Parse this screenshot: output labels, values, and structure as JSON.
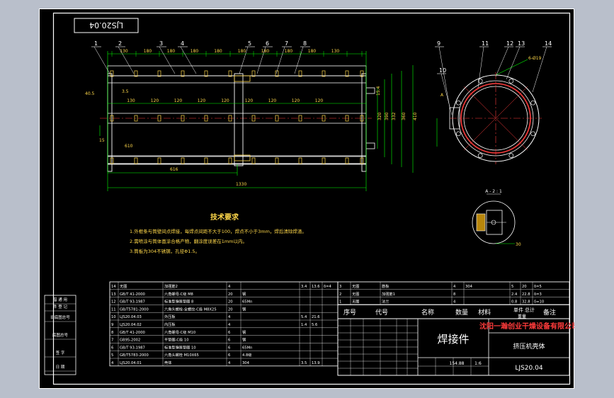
{
  "drawing_number_box": "LJS20.04",
  "balloons_left": [
    "1",
    "2",
    "3",
    "4",
    "5",
    "6",
    "7",
    "8"
  ],
  "balloons_right": [
    "9",
    "10",
    "11",
    "12",
    "13",
    "14"
  ],
  "dims_top": [
    "130",
    "180",
    "180",
    "180",
    "180",
    "180",
    "180",
    "180",
    "180",
    "130"
  ],
  "dims_mid": [
    "130",
    "120",
    "120",
    "120",
    "120",
    "120",
    "120",
    "120",
    "120"
  ],
  "dims_left": [
    "40.5",
    "3.5",
    "15",
    "610"
  ],
  "dims_bottom": [
    "616",
    "1330"
  ],
  "dims_right": [
    "320",
    "390",
    "332",
    "360",
    "410",
    "15.4"
  ],
  "circle_note": "6-Ø19",
  "section_label": "A",
  "section_scale": "A - 2 : 1",
  "section_dim": "30",
  "tech_title": "技术要求",
  "tech_notes": [
    "1.外框条与筒壁间点焊接，每焊点间距不大于100，焊点不小于3mm，焊后清除焊渣。",
    "2.需喷涂与筒体面涂合格产物，翻涂度误差在1mm以内。",
    "3.筒板为304不锈钢，孔径Φ1.5。"
  ],
  "bom_left": [
    [
      "14",
      "无图",
      "加强筋2",
      "4",
      "",
      "3.4",
      "13.6",
      "δ=4"
    ],
    [
      "13",
      "GB/T 41-2000",
      "六角螺母-C级 M8",
      "20",
      "钢",
      "",
      "",
      ""
    ],
    [
      "12",
      "GB/T 93-1987",
      "标准型弹簧垫圈 8",
      "20",
      "65Mn",
      "",
      "",
      ""
    ],
    [
      "11",
      "GB/T5781-2000",
      "六角头螺栓-全螺纹-C级 M8X25",
      "20",
      "钢",
      "",
      "",
      ""
    ],
    [
      "10",
      "LJS20.04.03",
      "外压板",
      "4",
      "",
      "5.4",
      "21.6",
      ""
    ],
    [
      "9",
      "LJS20.04.02",
      "内压板",
      "4",
      "",
      "1.4",
      "5.6",
      ""
    ],
    [
      "8",
      "GB/T 41-2000",
      "六角螺母-C级 M10",
      "6",
      "钢",
      "",
      "",
      ""
    ],
    [
      "7",
      "GB95-2002",
      "平垫圈-C级 10",
      "6",
      "钢",
      "",
      "",
      ""
    ],
    [
      "6",
      "GB/T 93-1987",
      "标准型弹簧垫圈 10",
      "6",
      "65Mn",
      "",
      "",
      ""
    ],
    [
      "5",
      "GB/T5783-2000",
      "六角头螺栓 M10X65",
      "6",
      "4.8级",
      "",
      "",
      ""
    ],
    [
      "4",
      "LJS20.04.01",
      "壳体",
      "4",
      "304",
      "3.5",
      "13.9",
      ""
    ]
  ],
  "bom_right": [
    [
      "3",
      "无图",
      "筋板",
      "4",
      "304",
      "5",
      "20",
      "δ=5"
    ],
    [
      "2",
      "无图",
      "加强筋1",
      "8",
      "",
      "2.4",
      "22.8",
      "δ=3"
    ],
    [
      "1",
      "无图",
      "法兰",
      "4",
      "",
      "0.8",
      "32.8",
      "δ=10"
    ]
  ],
  "bom_header": {
    "no": "序号",
    "code": "代号",
    "name": "名称",
    "qty": "数量",
    "material": "材料",
    "unit_weight": "单件",
    "total": "总计",
    "weight": "重量",
    "remark": "备注"
  },
  "title_block": {
    "part_name": "焊接件",
    "company": "沈阳一瀚创业干燥设备有限公司",
    "assembly": "挤压机壳体",
    "drawing_no": "LJS20.04",
    "weight": "154.88",
    "scale": "1:6"
  },
  "side_labels": [
    "借 通 用",
    "件 登 记",
    "旧底图总号",
    "底图总号",
    "签  字",
    "日  期"
  ],
  "colors": {
    "background": "#b9bfcb",
    "sheet": "#000000",
    "frame": "#ffffff",
    "dimension": "#00ff00",
    "centerline": "#ff3b3b",
    "text": "#ffd84a",
    "part": "#ffffff"
  }
}
